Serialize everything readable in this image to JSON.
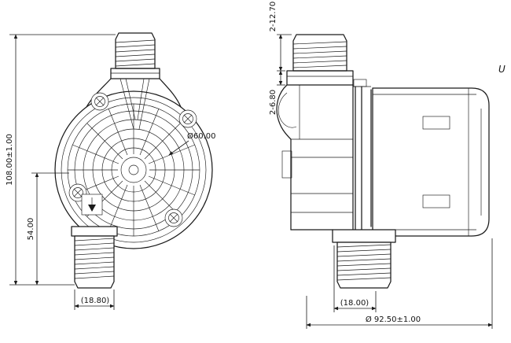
{
  "labels": {
    "overall_height": "108.00±1.00",
    "lower_port_height": "54.00",
    "front_port_width": "(18.80)",
    "body_diameter": "Ø60.00",
    "thread_length": "2-12.70",
    "collar_height": "2-6.80",
    "side_port_width": "(18.00)",
    "overall_width": "Ø 92.50±1.00",
    "corner_label": "U"
  },
  "colors": {
    "line": "#1b1b1b",
    "background": "#ffffff"
  }
}
